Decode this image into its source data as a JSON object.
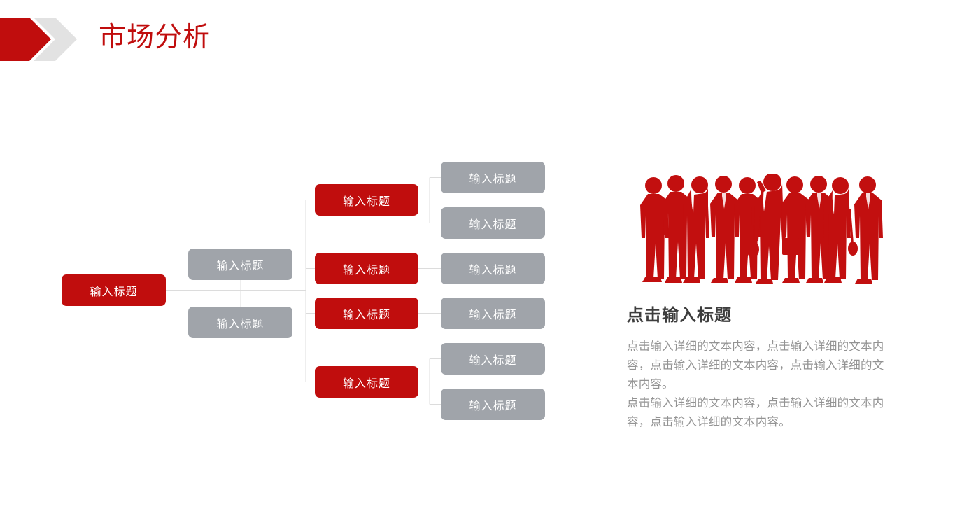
{
  "slide": {
    "background_color": "#FFFFFF",
    "accent_red": "#C00D0D",
    "accent_gray": "#A0A4AA",
    "divider_color": "#DCDCDC"
  },
  "header": {
    "title": "市场分析",
    "arrow_icon": "red-arrow-shape",
    "chevron_icon": "gray-chevron-icon"
  },
  "diagram": {
    "type": "org-tree",
    "root": {
      "label": "输入标题",
      "color": "#C00D0D"
    },
    "level2": [
      {
        "label": "输入标题",
        "color": "#A0A4AA"
      },
      {
        "label": "输入标题",
        "color": "#A0A4AA"
      }
    ],
    "level3": [
      {
        "label": "输入标题",
        "color": "#C00D0D"
      },
      {
        "label": "输入标题",
        "color": "#C00D0D"
      },
      {
        "label": "输入标题",
        "color": "#C00D0D"
      },
      {
        "label": "输入标题",
        "color": "#C00D0D"
      }
    ],
    "level4": [
      {
        "label": "输入标题",
        "color": "#A0A4AA"
      },
      {
        "label": "输入标题",
        "color": "#A0A4AA"
      },
      {
        "label": "输入标题",
        "color": "#A0A4AA"
      },
      {
        "label": "输入标题",
        "color": "#A0A4AA"
      },
      {
        "label": "输入标题",
        "color": "#A0A4AA"
      },
      {
        "label": "输入标题",
        "color": "#A0A4AA"
      }
    ]
  },
  "right_panel": {
    "illustration": "business-people-silhouette-group",
    "heading": "点击输入标题",
    "paragraphs": [
      "点击输入详细的文本内容，点击输入详细的文本内容，点击输入详细的文本内容，点击输入详细的文本内容。",
      "点击输入详细的文本内容，点击输入详细的文本内容，点击输入详细的文本内容。"
    ]
  }
}
